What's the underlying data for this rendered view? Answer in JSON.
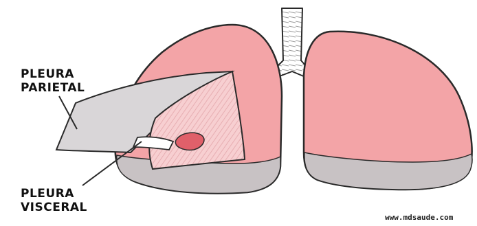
{
  "labels": {
    "parietal_line1": "PLEURA",
    "parietal_line2": "PARIETAL",
    "visceral_line1": "PLEURA",
    "visceral_line2": "VISCERAL"
  },
  "credit": "www.mdsaude.com",
  "colors": {
    "lung_fill": "#f3a4a7",
    "lung_outline": "#2a2a2a",
    "lung_base": "#c8c2c4",
    "trachea": "#ffffff",
    "parietal_flap": "#d9d6d8",
    "visceral_flap": "#f7cfd1",
    "lesion": "#e0606a"
  }
}
